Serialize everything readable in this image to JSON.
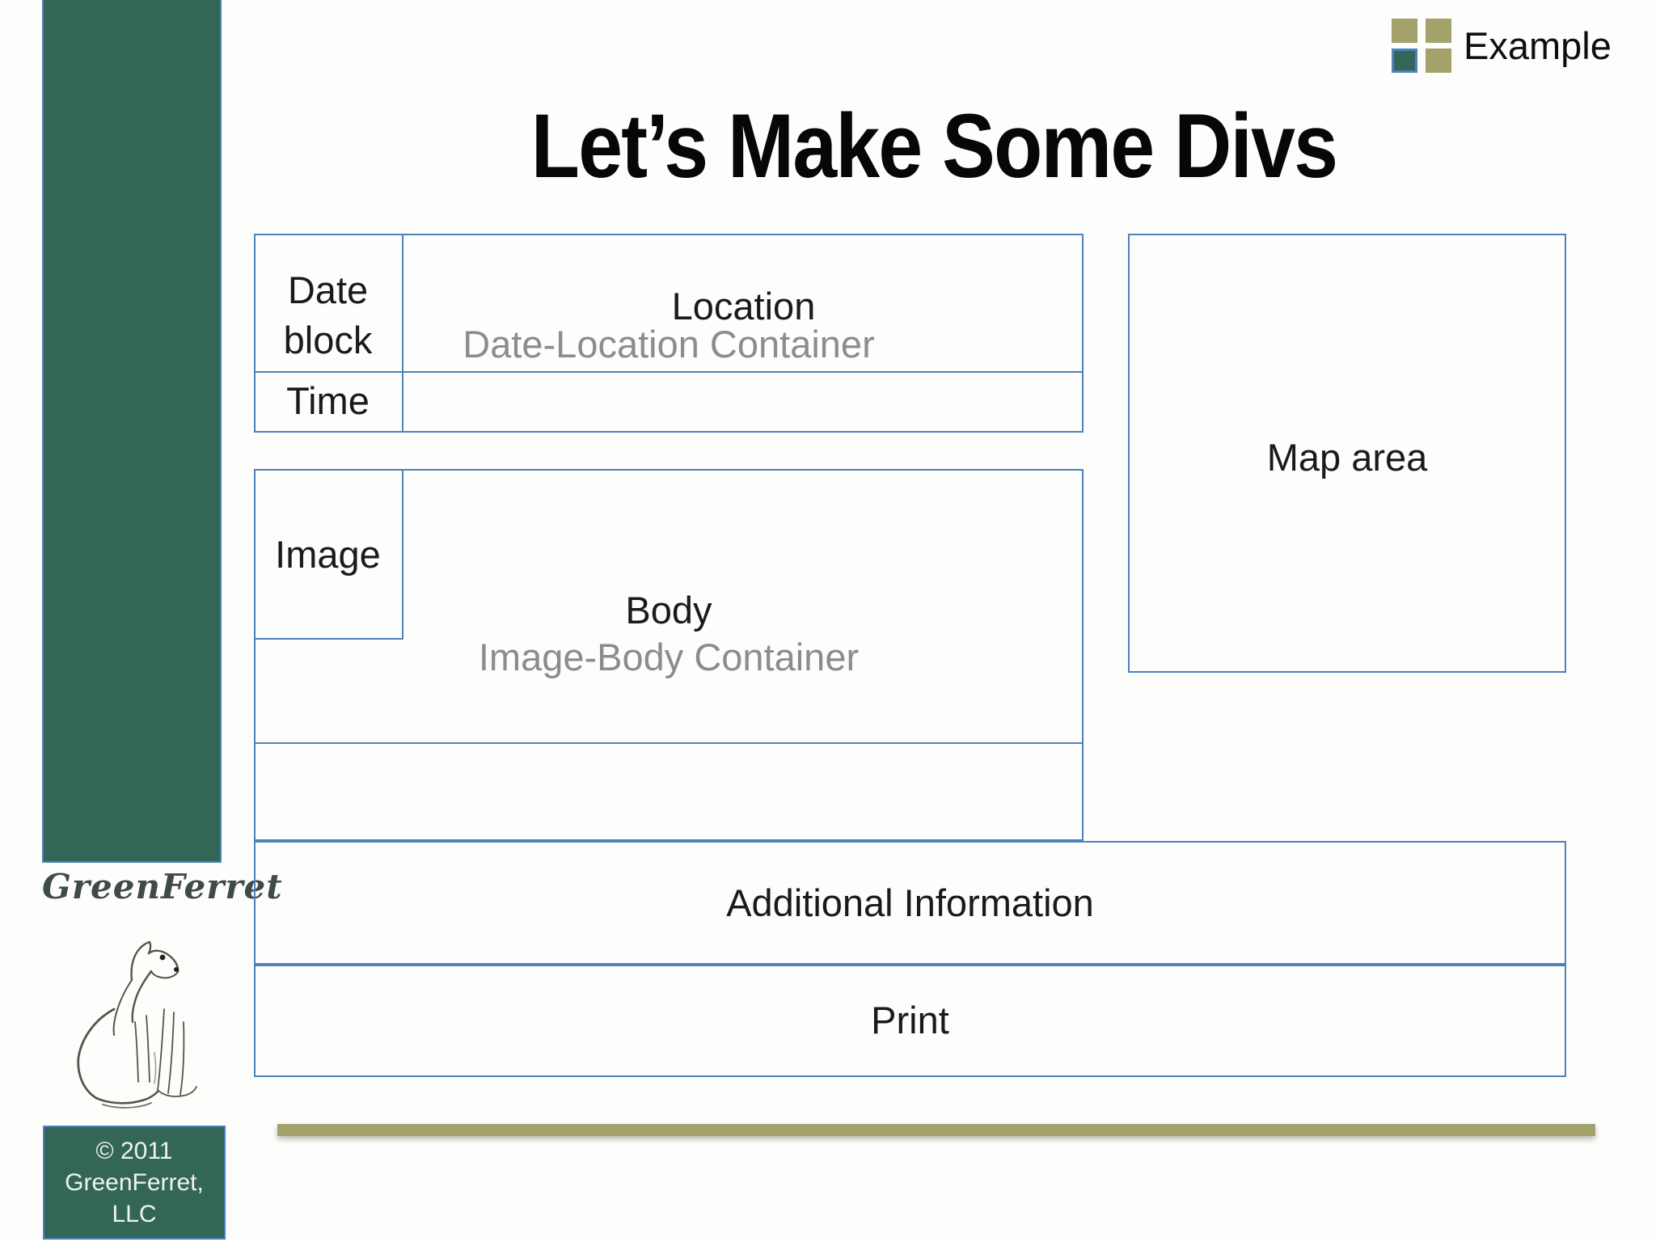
{
  "branding": {
    "logo_text": "Example",
    "script_logo": "GreenFerret",
    "copyright_line1": "© 2011",
    "copyright_line2": "GreenFerret, LLC"
  },
  "title": "Let’s Make Some Divs",
  "diagram": {
    "date_location": {
      "date_block_label": "Date block",
      "time_label": "Time",
      "location_label": "Location",
      "container_label": "Date-Location Container"
    },
    "image_body": {
      "image_label": "Image",
      "body_label": "Body",
      "container_label": "Image-Body Container"
    },
    "map": {
      "label": "Map area"
    },
    "additional_information": {
      "label": "Additional Information"
    },
    "print": {
      "label": "Print"
    }
  },
  "colors": {
    "sidebar_green": "#336656",
    "olive_accent": "#a2a26a",
    "diagram_border_blue": "#4f81bd",
    "container_label_gray": "#8c8c8c"
  }
}
